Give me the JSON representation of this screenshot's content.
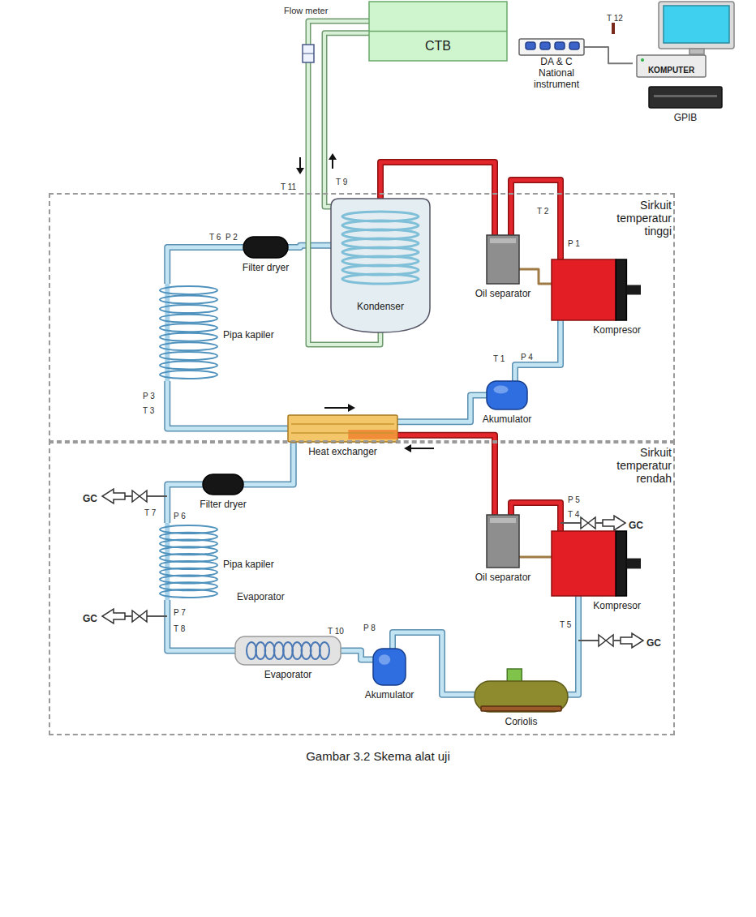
{
  "diagram": {
    "caption": "Gambar 3.2 Skema alat uji",
    "nodes": [
      {
        "text": [
          "DA & C National instrument"
        ]
      },
      {
        "text": [
          "KOMPUTER"
        ]
      },
      {
        "text": [
          "GPIB"
        ]
      },
      {
        "text": [
          "CTB"
        ]
      },
      {
        "text": [
          "Sirkuit temperatur tinggi"
        ]
      },
      {
        "text": [
          "Kondenser"
        ],
        "in": 4
      },
      {
        "text": [
          "Oil separator"
        ],
        "in": 4
      },
      {
        "text": [
          "Kompresor"
        ],
        "in": 4
      },
      {
        "text": [
          "Filter dryer"
        ],
        "in": 4
      },
      {
        "text": [
          "Pipa kapiler"
        ],
        "in": 4
      },
      {
        "text": [
          "Akumulator"
        ],
        "in": 4
      },
      {
        "text": [
          "Heat exchanger"
        ]
      },
      {
        "text": [
          "Sirkuit temperatur rendah"
        ]
      },
      {
        "text": [
          "Filter dryer"
        ],
        "in": 12
      },
      {
        "text": [
          "Pipa kapiler"
        ],
        "in": 12
      },
      {
        "text": [
          "Evaporator"
        ],
        "in": 12
      },
      {
        "text": [
          "Akumulator"
        ],
        "in": 12
      },
      {
        "text": [
          "Coriolis"
        ],
        "in": 12
      },
      {
        "text": [
          "Kompresor"
        ],
        "in": 12
      },
      {
        "text": [
          "Oil separator"
        ],
        "in": 12
      }
    ],
    "edges": [
      {
        "from": 7,
        "to": 6,
        "arrow": "none"
      },
      {
        "from": 6,
        "to": 5,
        "arrow": "none"
      },
      {
        "from": 6,
        "to": 7,
        "arrow": "none"
      },
      {
        "from": 5,
        "to": 8,
        "arrow": "none"
      },
      {
        "from": 8,
        "to": 9,
        "arrow": "none"
      },
      {
        "from": 9,
        "to": 11,
        "arrow": "none"
      },
      {
        "from": 11,
        "to": 10,
        "arrow": "none"
      },
      {
        "from": 10,
        "to": 7,
        "arrow": "none"
      },
      {
        "from": 11,
        "to": 13,
        "arrow": "none"
      },
      {
        "from": 13,
        "to": 14,
        "arrow": "none"
      },
      {
        "from": 14,
        "to": 15,
        "arrow": "none"
      },
      {
        "from": 15,
        "to": 16,
        "arrow": "none"
      },
      {
        "from": 16,
        "to": 17,
        "arrow": "none"
      },
      {
        "from": 17,
        "to": 18,
        "arrow": "none"
      },
      {
        "from": 18,
        "to": 19,
        "arrow": "none"
      },
      {
        "from": 19,
        "to": 11,
        "arrow": "none"
      },
      {
        "from": 19,
        "to": 18,
        "arrow": "none"
      },
      {
        "from": 3,
        "to": 5,
        "arrow": "none"
      },
      {
        "from": 3,
        "to": 5,
        "arrow": "none"
      },
      {
        "from": 0,
        "to": 1,
        "arrow": "none"
      }
    ],
    "labels": [
      "Flow meter",
      "T 12",
      "T 11",
      "T 9",
      "T 2",
      "P 1",
      "T 6",
      "P 2",
      "P 3",
      "T 3",
      "T 1",
      "P 4",
      "GC",
      "GC",
      "GC",
      "GC",
      "Evaporator",
      "T 4",
      "P 5",
      "P 6",
      "T 7",
      "P 7",
      "T 8",
      "T 10",
      "P 8",
      "T 5"
    ]
  }
}
